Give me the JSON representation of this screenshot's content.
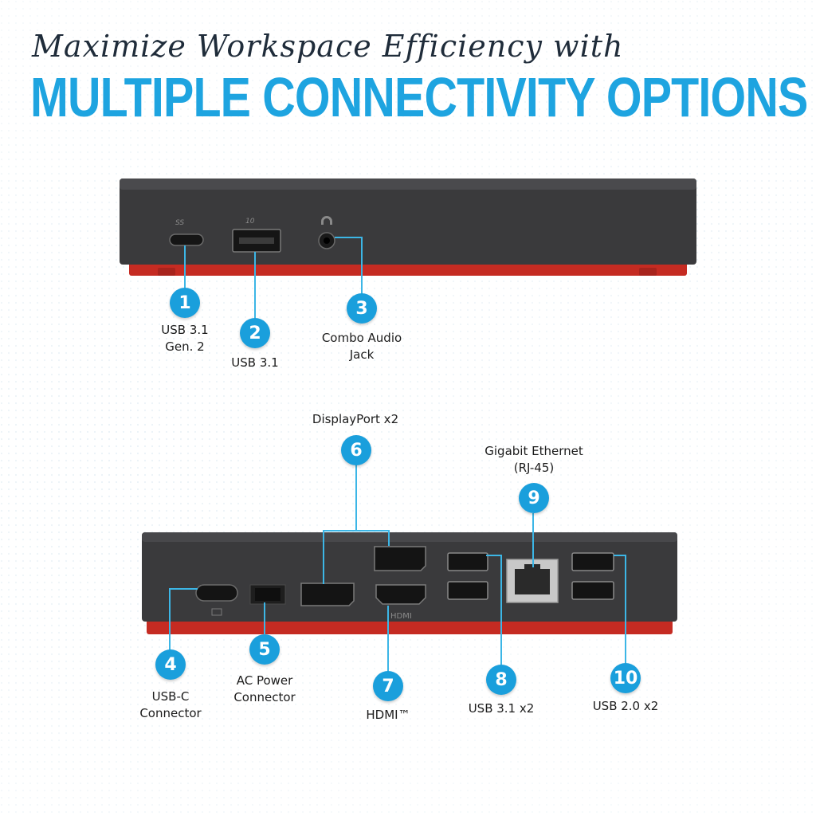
{
  "header": {
    "tagline": "Maximize Workspace Efficiency with",
    "headline": "MULTIPLE CONNECTIVITY OPTIONS"
  },
  "accent_color": "#1ea4e0",
  "front_ports": [
    {
      "number": "1",
      "label_line1": "USB 3.1",
      "label_line2": "Gen. 2"
    },
    {
      "number": "2",
      "label_line1": "USB 3.1"
    },
    {
      "number": "3",
      "label_line1": "Combo Audio",
      "label_line2": "Jack"
    }
  ],
  "rear_ports": [
    {
      "number": "4",
      "label_line1": "USB-C",
      "label_line2": "Connector"
    },
    {
      "number": "5",
      "label_line1": "AC Power",
      "label_line2": "Connector"
    },
    {
      "number": "6",
      "label_line1": "DisplayPort x2"
    },
    {
      "number": "7",
      "label_line1": "HDMI™"
    },
    {
      "number": "8",
      "label_line1": "USB 3.1 x2"
    },
    {
      "number": "9",
      "label_line1": "Gigabit Ethernet",
      "label_line2": "(RJ-45)"
    },
    {
      "number": "10",
      "label_line1": "USB 2.0 x2"
    }
  ],
  "device_markings": {
    "usbc_front": "SS",
    "usb_front": "10",
    "hdmi": "HDMI"
  }
}
